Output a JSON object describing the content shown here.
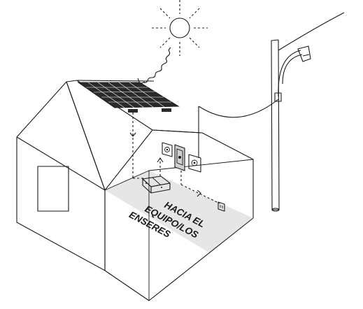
{
  "label": {
    "line1": "HACIA EL",
    "line2": "EQUIPO/LOS",
    "line3": "ENSERES"
  },
  "colors": {
    "line": "#1a1a1a",
    "floor_shade": "#e6e6e6",
    "panel_dark": "#2a2a2a",
    "meter_fill": "#d0d0d0"
  },
  "icons": [
    "sun-icon",
    "solar-panel-icon",
    "battery-icon",
    "charge-controller-icon",
    "inverter-icon",
    "outlet-icon",
    "utility-pole-icon",
    "street-lamp-icon"
  ]
}
